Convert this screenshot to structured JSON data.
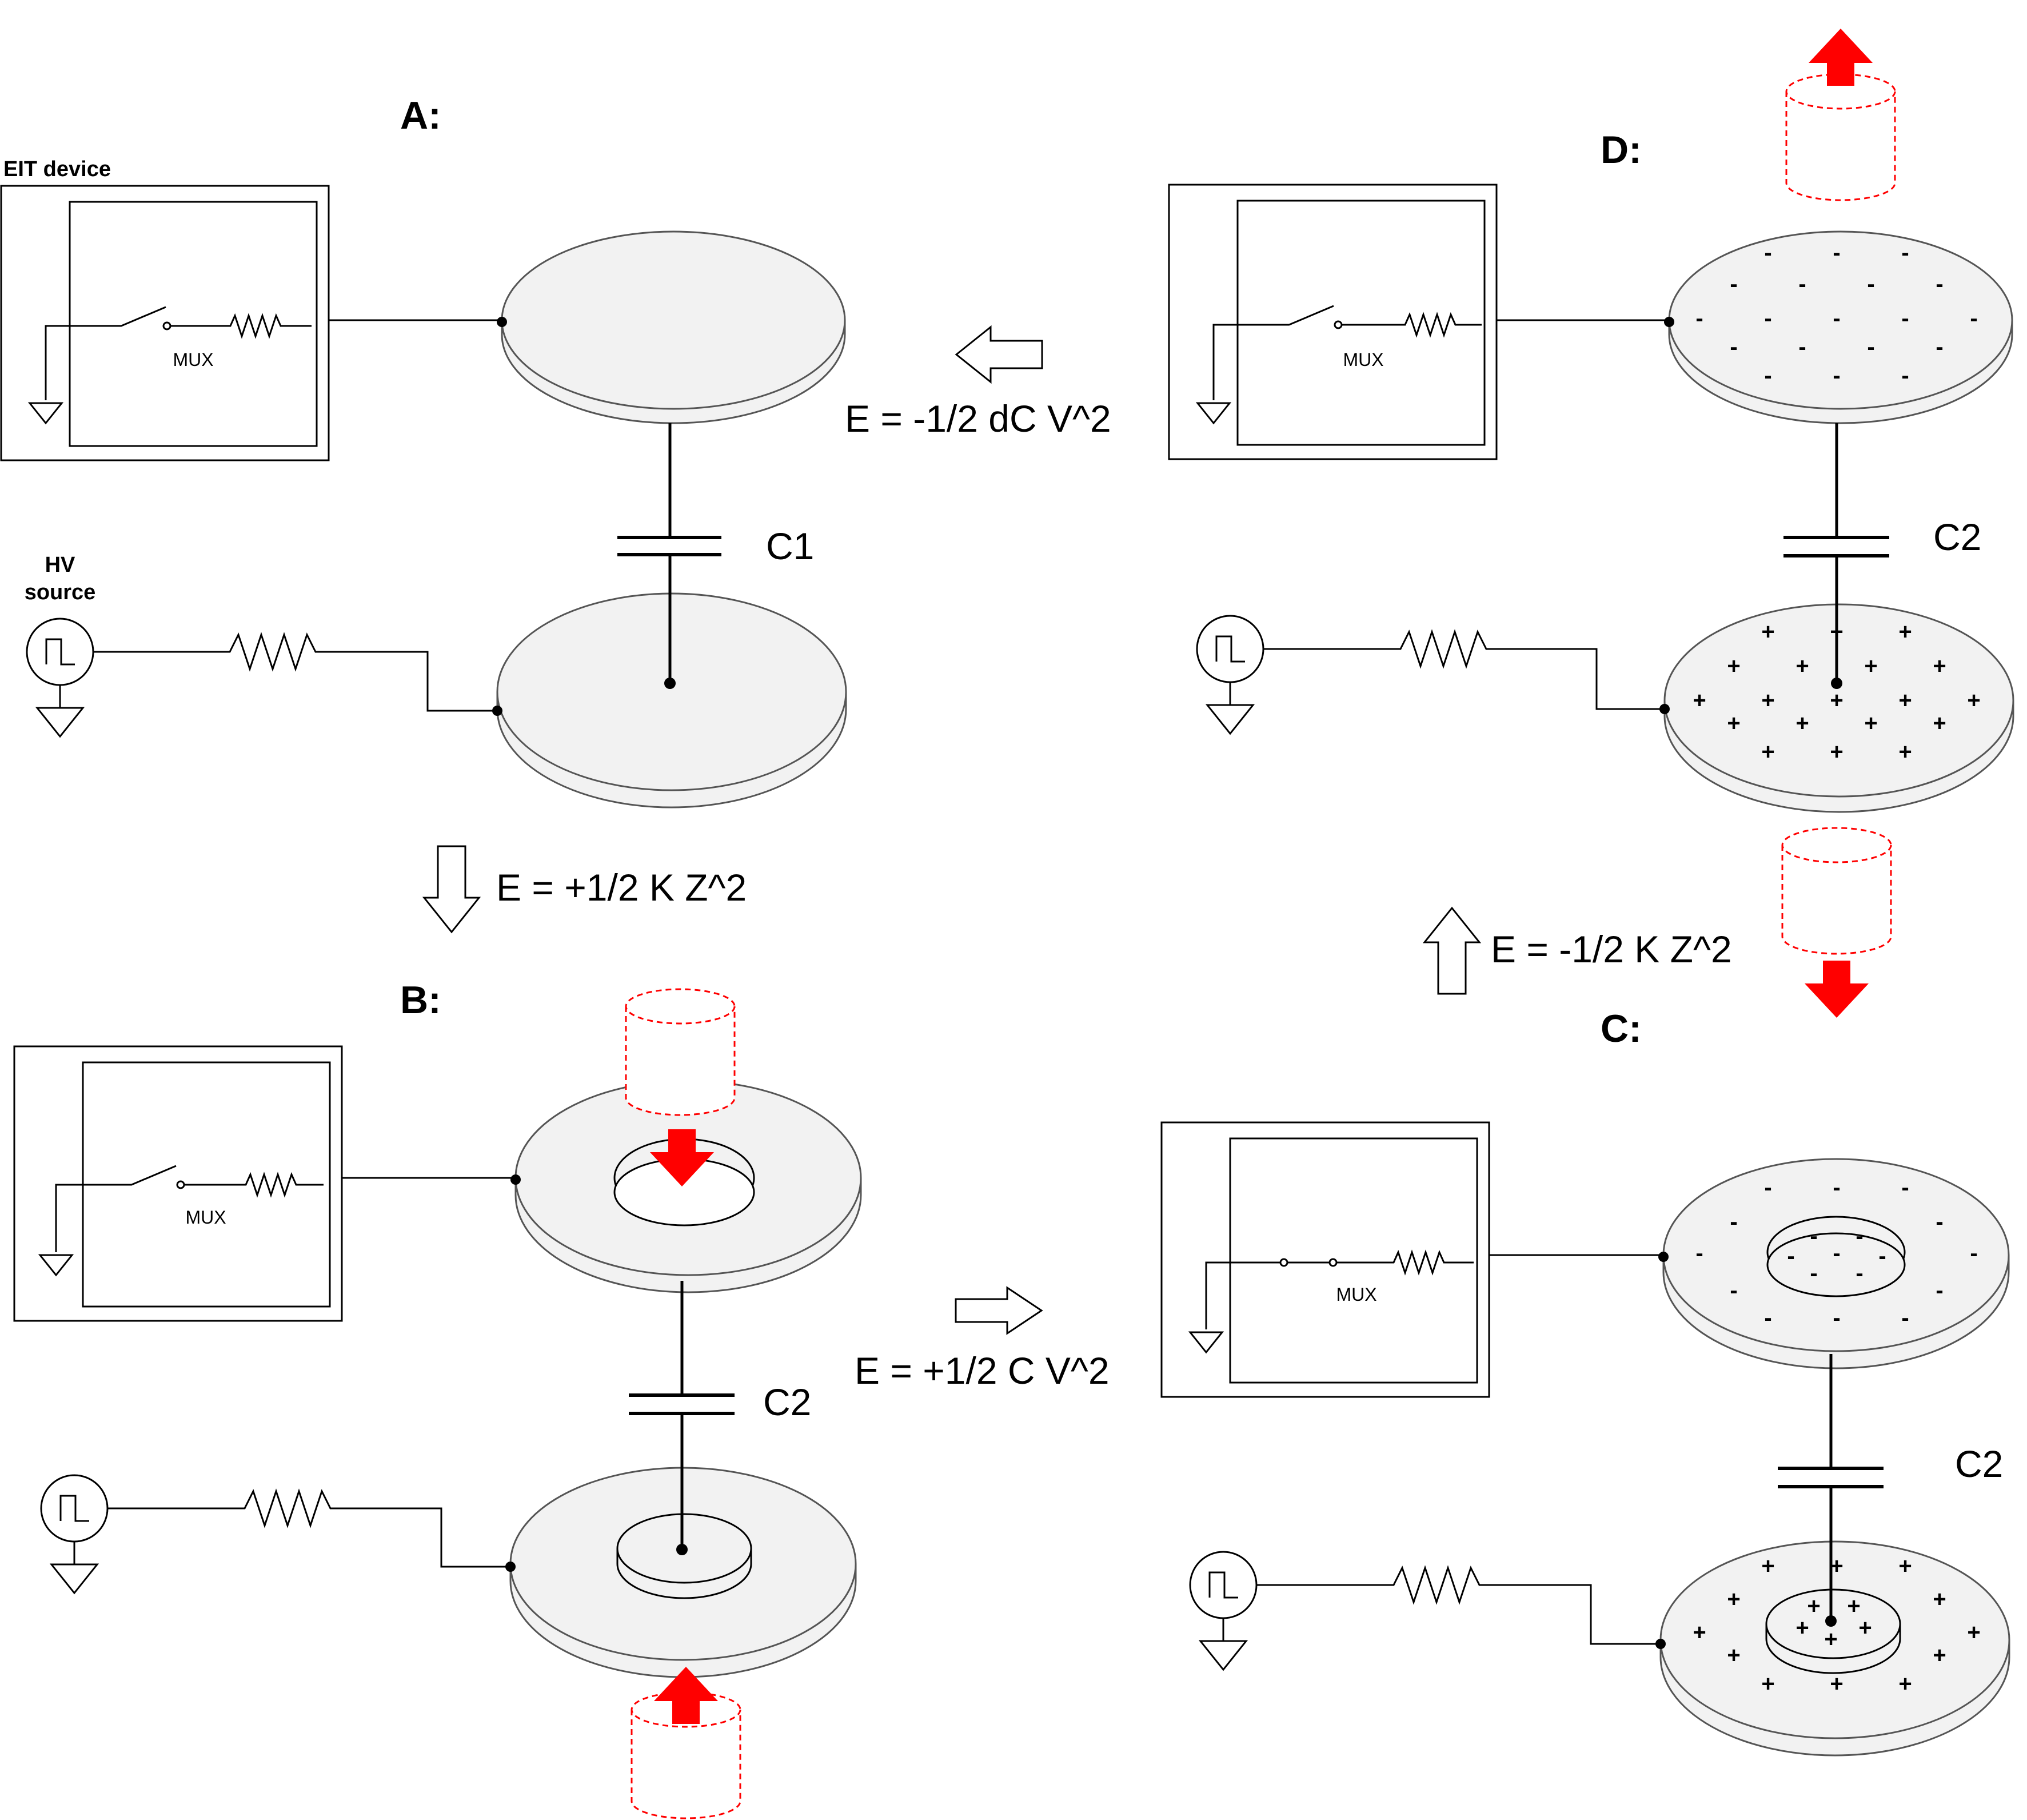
{
  "panels": {
    "a": {
      "label": "A:",
      "capacitor": "C1"
    },
    "b": {
      "label": "B:",
      "capacitor": "C2"
    },
    "c": {
      "label": "C:",
      "capacitor": "C2"
    },
    "d": {
      "label": "D:",
      "capacitor": "C2"
    }
  },
  "device_label": "EIT device",
  "source_label_line1": "HV",
  "source_label_line2": "source",
  "mux_label": "MUX",
  "equations": {
    "a_to_b": "E = +1/2 K Z^2",
    "b_to_c": "E = +1/2 C V^2",
    "c_to_d": "E = -1/2 K Z^2",
    "d_to_a": "E = -1/2 dC V^2"
  },
  "charges": {
    "negative": "-",
    "positive": "+"
  },
  "colors": {
    "plate_fill": "#f2f2f2",
    "plate_stroke": "#555555",
    "force_arrow": "#ff0000",
    "probe_outline": "#ff0000",
    "wire": "#000000"
  },
  "icons": {
    "probe": "dashed-cylinder-icon",
    "force": "red-arrow-icon",
    "transition": "hollow-arrow-icon",
    "source": "square-wave-source-icon",
    "ground": "ground-icon"
  }
}
